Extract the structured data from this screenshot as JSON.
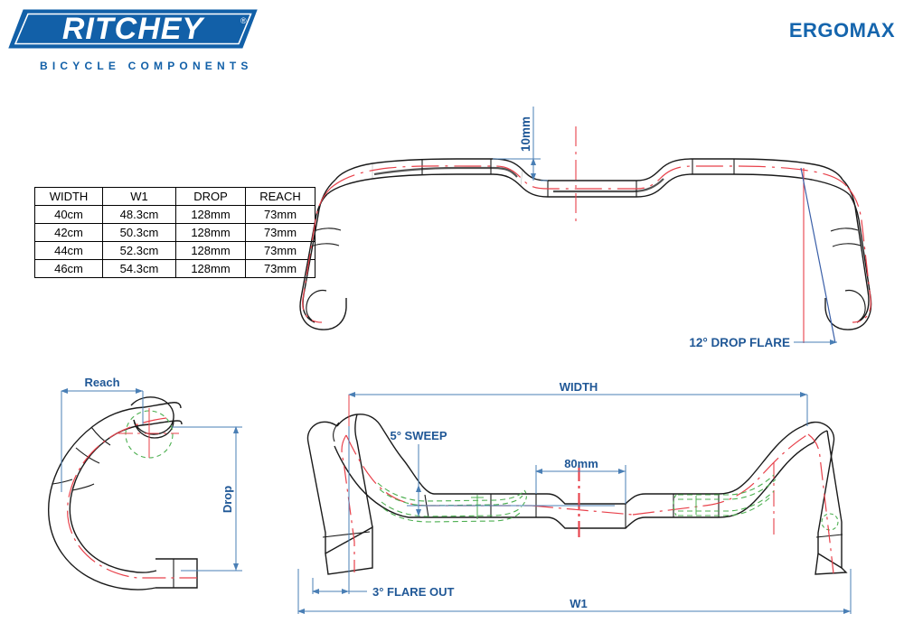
{
  "header": {
    "brand": "RITCHEY",
    "brand_mark": "®",
    "brand_subtitle": "BICYCLE COMPONENTS",
    "model": "ERGOMAX",
    "brand_color": "#1260a8",
    "model_color": "#1565ad"
  },
  "spec_table": {
    "columns": [
      "WIDTH",
      "W1",
      "DROP",
      "REACH"
    ],
    "rows": [
      [
        "40cm",
        "48.3cm",
        "128mm",
        "73mm"
      ],
      [
        "42cm",
        "50.3cm",
        "128mm",
        "73mm"
      ],
      [
        "44cm",
        "52.3cm",
        "128mm",
        "73mm"
      ],
      [
        "46cm",
        "54.3cm",
        "128mm",
        "73mm"
      ]
    ]
  },
  "views": {
    "front": {
      "name": "front-elevation-view",
      "dimensions": {
        "rise": "10mm",
        "drop_flare": "12° DROP FLARE"
      }
    },
    "side": {
      "name": "side-profile-view",
      "dimensions": {
        "reach": "Reach",
        "drop": "Drop"
      }
    },
    "top": {
      "name": "top-plan-view",
      "dimensions": {
        "width": "WIDTH",
        "w1": "W1",
        "sweep": "5° SWEEP",
        "flare_out": "3° FLARE OUT",
        "clamp_span": "80mm"
      }
    }
  },
  "colors": {
    "outline": "#1a1a1a",
    "centerline": "#e8404a",
    "dimension": "#4a7fb5",
    "dimension_text": "#1f5796",
    "ergonomic_contour": "#4caf50",
    "flare_axis": "#3a5fa8",
    "background": "#ffffff"
  }
}
